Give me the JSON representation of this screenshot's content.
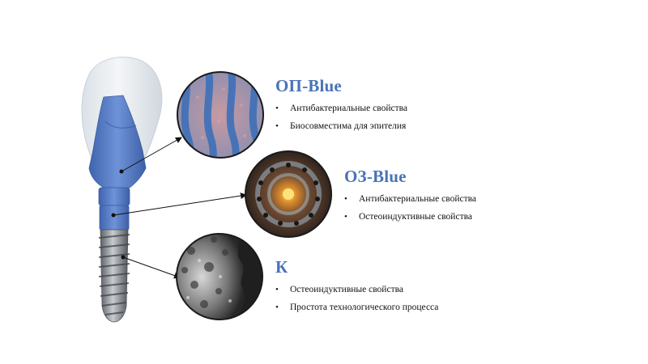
{
  "sections": [
    {
      "title": "ОП-Blue",
      "bullets": [
        "Антибактериальные свойства",
        "Биосовместима для эпителия"
      ]
    },
    {
      "title": "ОЗ-Blue",
      "bullets": [
        "Антибактериальные свойства",
        "Остеоиндуктивные свойства"
      ]
    },
    {
      "title": "К",
      "bullets": [
        "Остеоиндуктивные свойства",
        "Простота технологического процесса"
      ]
    }
  ],
  "colors": {
    "accent": "#4a73b8",
    "abutment_blue": "#5b82cc",
    "crown": "#e8edf1",
    "thread_gray": "#8e939a"
  }
}
